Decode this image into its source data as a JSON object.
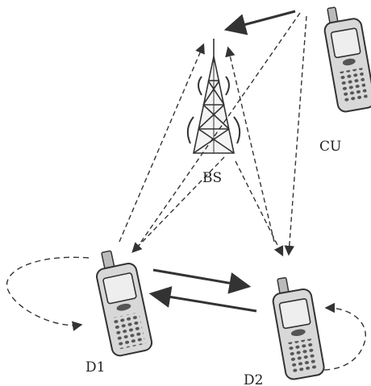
{
  "labels": {
    "base_station": "BS",
    "cellular_user": "CU",
    "device_1": "D1",
    "device_2": "D2"
  },
  "colors": {
    "line": "#333333",
    "phone_body": "#d8d8d8",
    "phone_dark": "#555555"
  }
}
